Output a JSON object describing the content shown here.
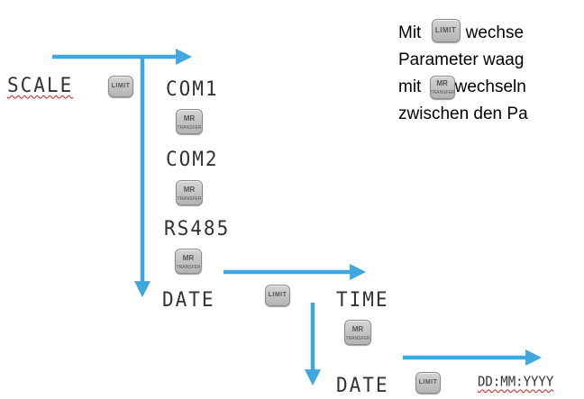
{
  "display_labels": {
    "scale": "SCALE",
    "com1": "COM1",
    "com2": "COM2",
    "rs485": "RS485",
    "date_1": "DATE",
    "time": "TIME",
    "date_2": "DATE",
    "date_format": "DD:MM:YYYY"
  },
  "keys": {
    "limit": "LIMIT",
    "mr": "MR",
    "transfer": "TRANSFER"
  },
  "description": {
    "line1_start": "Mit",
    "line1_end": "wechse",
    "line2": "Parameter waag",
    "line3_start": "mit",
    "line3_end": "wechseln",
    "line4": "zwischen den Pa"
  },
  "colors": {
    "arrow": "#3fa7e0",
    "key_face": "#c4c4c4",
    "display_text": "#333333",
    "spellcheck_underline": "#d03030"
  },
  "icons": {
    "arrow_right": "arrow-right-icon",
    "arrow_down": "arrow-down-icon",
    "key_limit": "limit-key-icon",
    "key_mr": "mr-transfer-key-icon"
  }
}
